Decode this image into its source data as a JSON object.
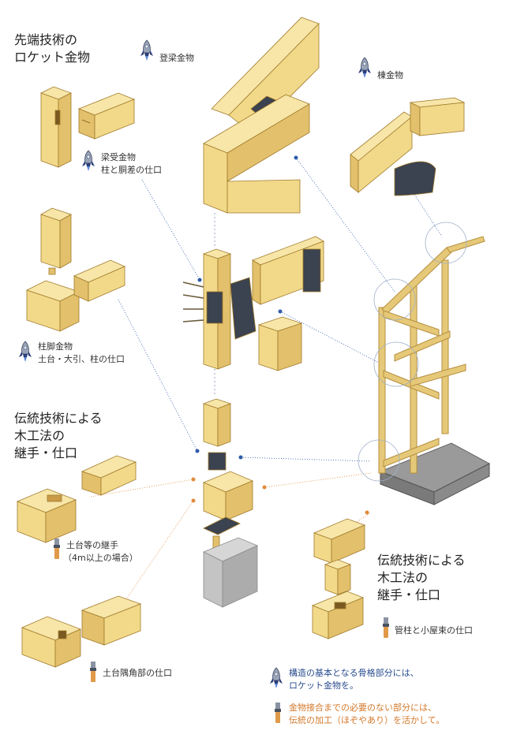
{
  "colors": {
    "wood": "#f2d98a",
    "wood_dark": "#d9b45c",
    "wood_edge": "#a07a2a",
    "steel": "#3b4250",
    "concrete": "#b8b8b8",
    "line_blue": "#2f5aa8",
    "line_orange": "#e08a3c",
    "frame": "#e6c978"
  },
  "headings": {
    "rocket_line1": "先端技術の",
    "rocket_line2": "ロケット金物",
    "trad_left_line1": "伝統技術による",
    "trad_left_line2": "木工法の",
    "trad_left_line3": "継手・仕口",
    "trad_right_line1": "伝統技術による",
    "trad_right_line2": "木工法の",
    "trad_right_line3": "継手・仕口"
  },
  "labels": {
    "noboribari": "登梁金物",
    "munekanamono": "棟金物",
    "haribuke_line1": "梁受金物",
    "haribuke_line2": "柱と胴差の仕口",
    "hashirakyaku_line1": "柱脚金物",
    "hashirakyaku_line2": "土台・大引、柱の仕口",
    "dodai_tsugite_line1": "土台等の継手",
    "dodai_tsugite_line2": "（4m以上の場合）",
    "dodai_sumi": "土台隅角部の仕口",
    "kudabashira": "管柱と小屋束の仕口"
  },
  "notes": {
    "rocket_line1": "構造の基本となる骨格部分には、",
    "rocket_line2": "ロケット金物を。",
    "traditional_line1": "金物接合までの必要のない部分には、",
    "traditional_line2": "伝統の加工（ほぞやあり）を活かして。"
  },
  "icons": {
    "rocket": "rocket-icon",
    "chisel": "chisel-icon"
  }
}
